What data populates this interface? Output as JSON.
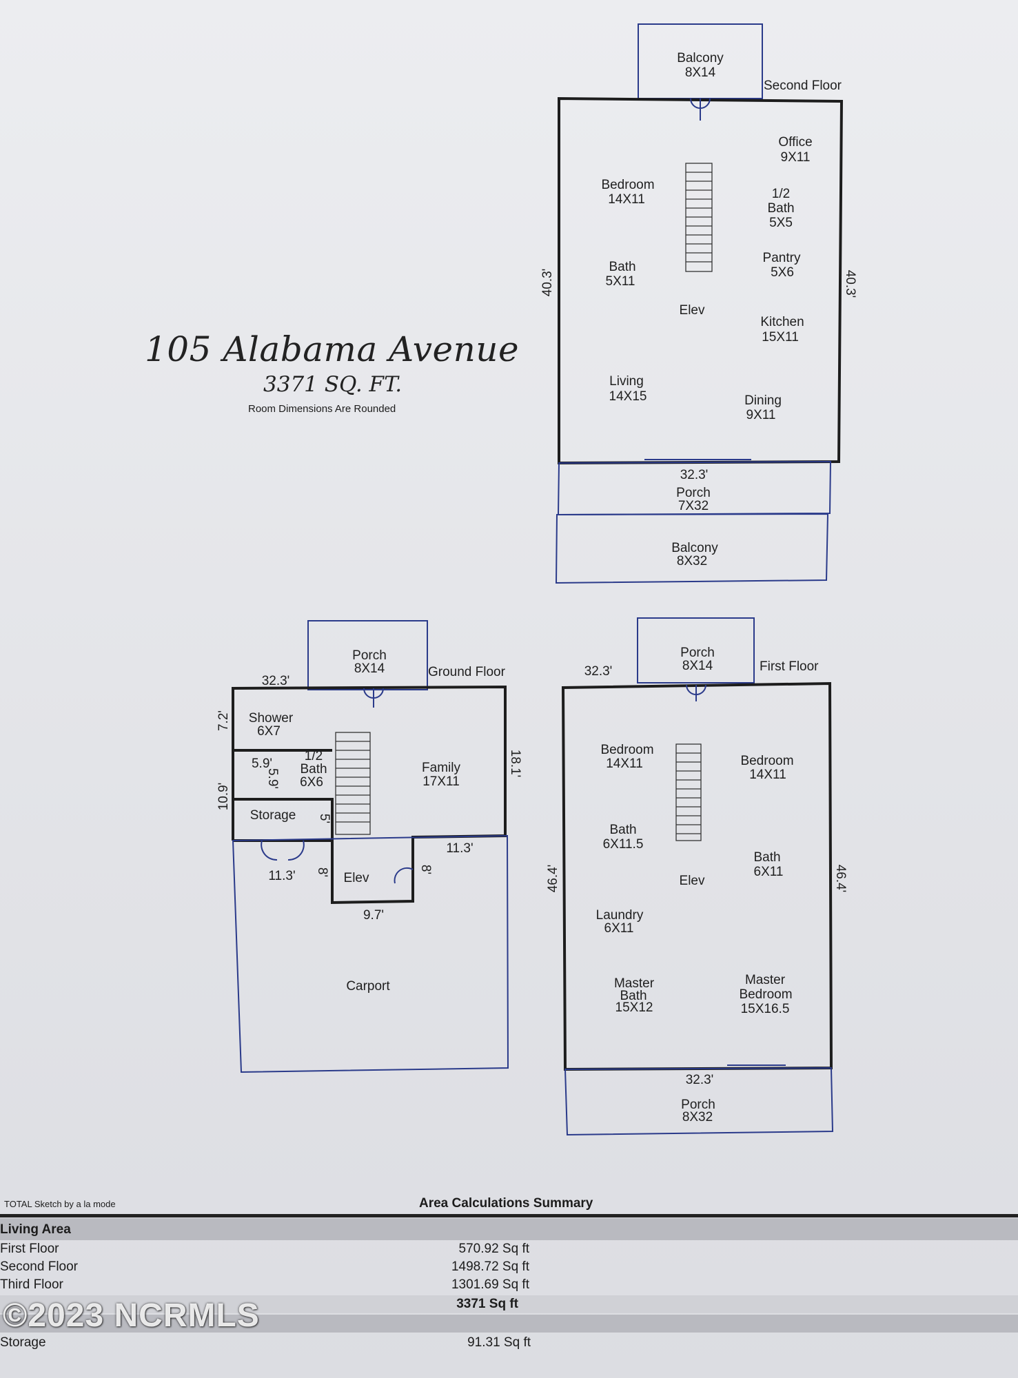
{
  "header": {
    "address": "105 Alabama Avenue",
    "sqft": "3371 SQ. FT.",
    "note": "Room Dimensions Are Rounded"
  },
  "second_floor": {
    "name": "Second Floor",
    "balcony_top": {
      "name": "Balcony",
      "size": "8X14"
    },
    "rooms": [
      {
        "name": "Office",
        "size": "9X11"
      },
      {
        "name": "Bedroom",
        "size": "14X11"
      },
      {
        "name": "1/2",
        "name2": "Bath",
        "size": "5X5"
      },
      {
        "name": "Pantry",
        "size": "5X6"
      },
      {
        "name": "Bath",
        "size": "5X11"
      },
      {
        "name": "Elev"
      },
      {
        "name": "Kitchen",
        "size": "15X11"
      },
      {
        "name": "Living",
        "size": "14X15"
      },
      {
        "name": "Dining",
        "size": "9X11"
      }
    ],
    "dim_left": "40.3'",
    "dim_right": "40.3'",
    "dim_bottom": "32.3'",
    "porch": {
      "name": "Porch",
      "size": "7X32"
    },
    "balcony_bottom": {
      "name": "Balcony",
      "size": "8X32"
    }
  },
  "ground_floor": {
    "name": "Ground Floor",
    "porch": {
      "name": "Porch",
      "size": "8X14"
    },
    "dim_top": "32.3'",
    "dim_left_a": "7.2'",
    "dim_left_b": "10.9'",
    "dim_right": "18.1'",
    "dim_inner_a": "5.9'",
    "dim_inner_b": "5.9'",
    "dim_inner_c": "5'",
    "dim_inner_d": "11.3'",
    "dim_inner_e": "8'",
    "dim_inner_f": "8'",
    "dim_inner_g": "11.3'",
    "dim_inner_h": "9.7'",
    "rooms": [
      {
        "name": "Shower",
        "size": "6X7"
      },
      {
        "name": "1/2",
        "name2": "Bath",
        "size": "6X6"
      },
      {
        "name": "Family",
        "size": "17X11"
      },
      {
        "name": "Storage"
      },
      {
        "name": "Elev"
      },
      {
        "name": "Carport"
      }
    ]
  },
  "first_floor": {
    "name": "First Floor",
    "porch_top": {
      "name": "Porch",
      "size": "8X14"
    },
    "dim_top": "32.3'",
    "dim_left": "46.4'",
    "dim_right": "46.4'",
    "dim_bottom": "32.3'",
    "rooms": [
      {
        "name": "Bedroom",
        "size": "14X11"
      },
      {
        "name": "Bedroom",
        "size": "14X11"
      },
      {
        "name": "Bath",
        "size": "6X11.5"
      },
      {
        "name": "Bath",
        "size": "6X11"
      },
      {
        "name": "Elev"
      },
      {
        "name": "Laundry",
        "size": "6X11"
      },
      {
        "name": "Master",
        "name2": "Bath",
        "size": "15X12"
      },
      {
        "name": "Master",
        "name2": "Bedroom",
        "size": "15X16.5"
      }
    ],
    "porch_bottom": {
      "name": "Porch",
      "size": "8X32"
    }
  },
  "summary": {
    "credit": "TOTAL Sketch by a la mode",
    "title": "Area Calculations Summary",
    "section": "Living Area",
    "rows": [
      {
        "label": "First Floor",
        "value": "570.92 Sq ft"
      },
      {
        "label": "Second Floor",
        "value": "1498.72 Sq ft"
      },
      {
        "label": "Third Floor",
        "value": "1301.69 Sq ft"
      }
    ],
    "total_value": "3371 Sq ft",
    "storage_label": "Storage",
    "storage_value": "91.31 Sq ft"
  },
  "watermark": "©2023 NCRMLS"
}
